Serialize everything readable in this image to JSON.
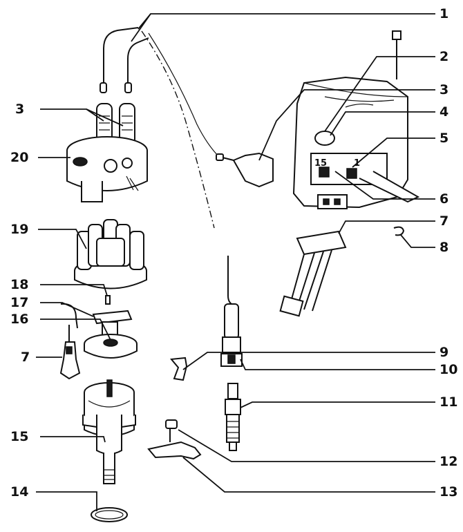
{
  "labels": {
    "l1": "1",
    "l2": "2",
    "l3a": "3",
    "l3b": "3",
    "l4": "4",
    "l5": "5",
    "l6": "6",
    "l7a": "7",
    "l7b": "7",
    "l8": "8",
    "l9": "9",
    "l10": "10",
    "l11": "11",
    "l12": "12",
    "l13": "13",
    "l14": "14",
    "l15": "15",
    "l16": "16",
    "l17": "17",
    "l18": "18",
    "l19": "19",
    "l20": "20"
  },
  "terminals": {
    "t15": "15",
    "t1": "1"
  }
}
